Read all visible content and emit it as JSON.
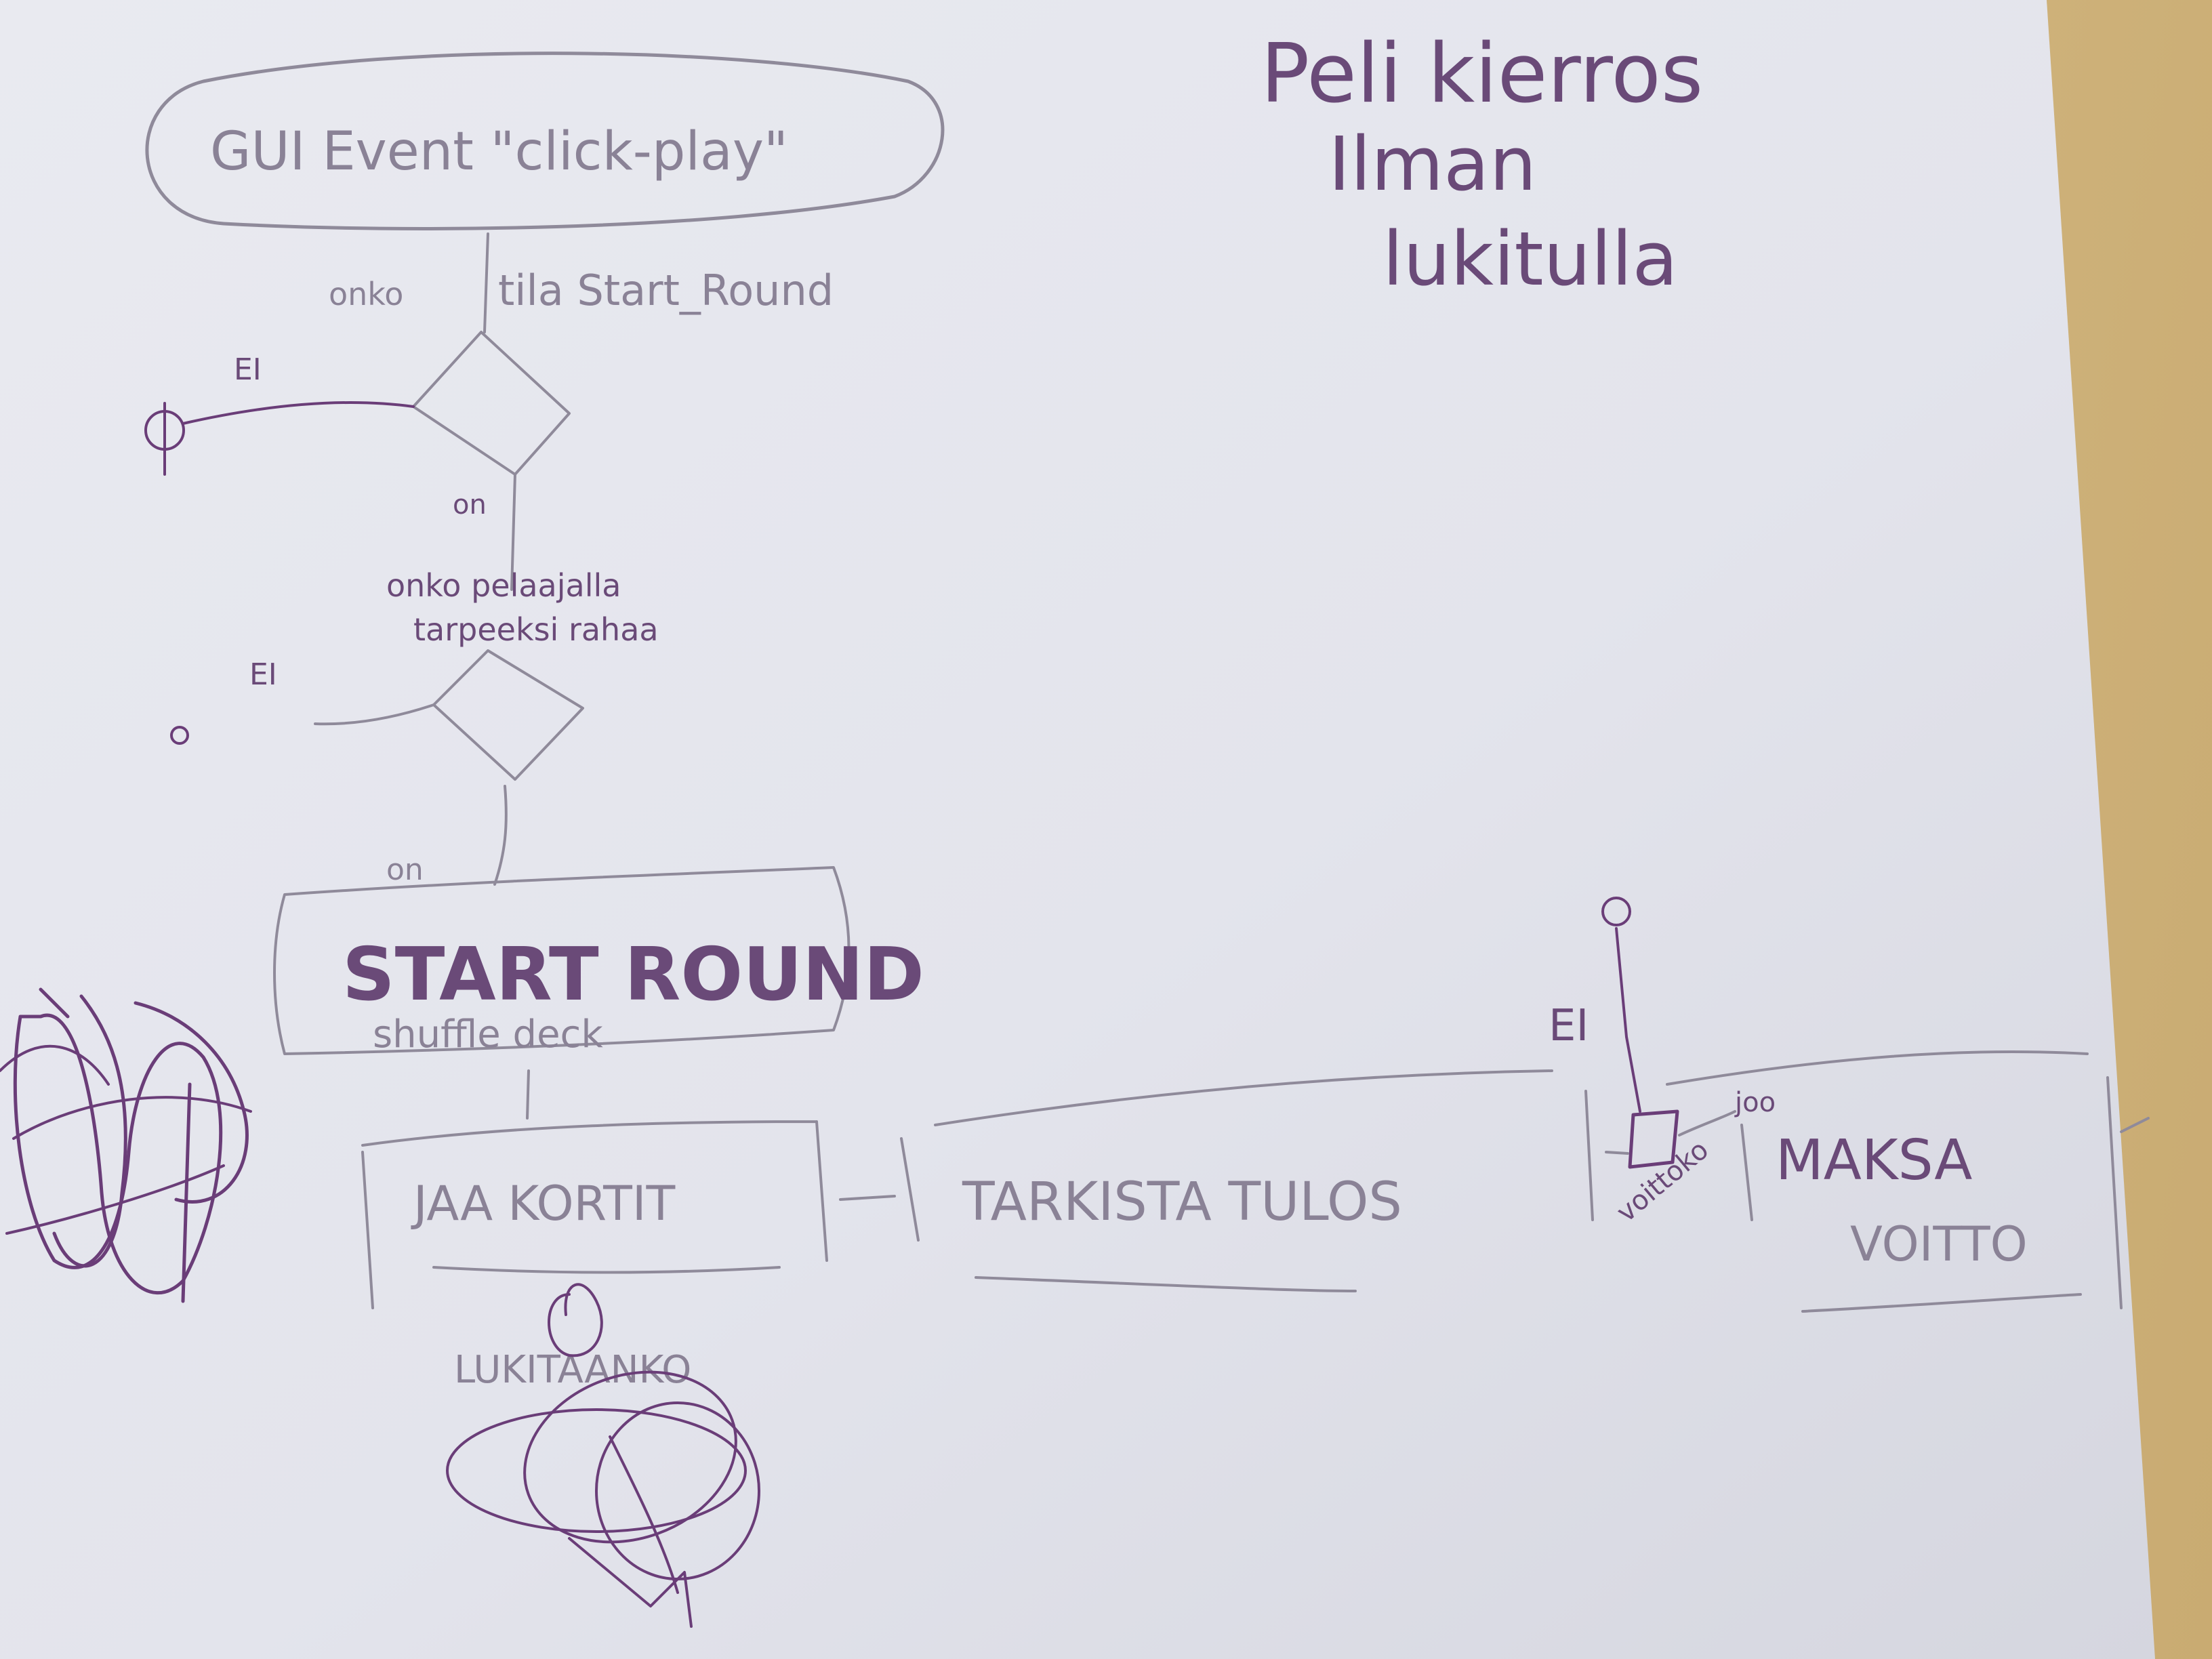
{
  "title_note": {
    "line1": "Peli kierros",
    "line2": "Ilman",
    "line3": "lukitulla"
  },
  "event_bubble": {
    "label": "GUI Event \"click-play\""
  },
  "decision_state": {
    "left_label": "onko",
    "right_label": "tila Start_Round",
    "no_label": "EI",
    "yes_label": "on"
  },
  "decision_money": {
    "line1": "onko pelaajalla",
    "line2": "tarpeeksi rahaa",
    "no_label": "EI",
    "yes_label": "on"
  },
  "start_round": {
    "label": "START ROUND",
    "sublabel": "shuffle deck"
  },
  "deal_cards": {
    "label": "JAA KORTIT"
  },
  "check_result": {
    "label": "TARKISTA TULOS"
  },
  "win_decision": {
    "no_label": "EI",
    "yes_label": "joo",
    "label": "voittoko"
  },
  "pay_win": {
    "line1": "MAKSA",
    "line2": "VOITTO"
  },
  "scribble_note": {
    "label": "LUKITAANKO"
  },
  "colors": {
    "paper": "#e6e7ee",
    "ink": "#6a3d78",
    "pencil": "#8f8a9a",
    "table": "#d4b985"
  }
}
